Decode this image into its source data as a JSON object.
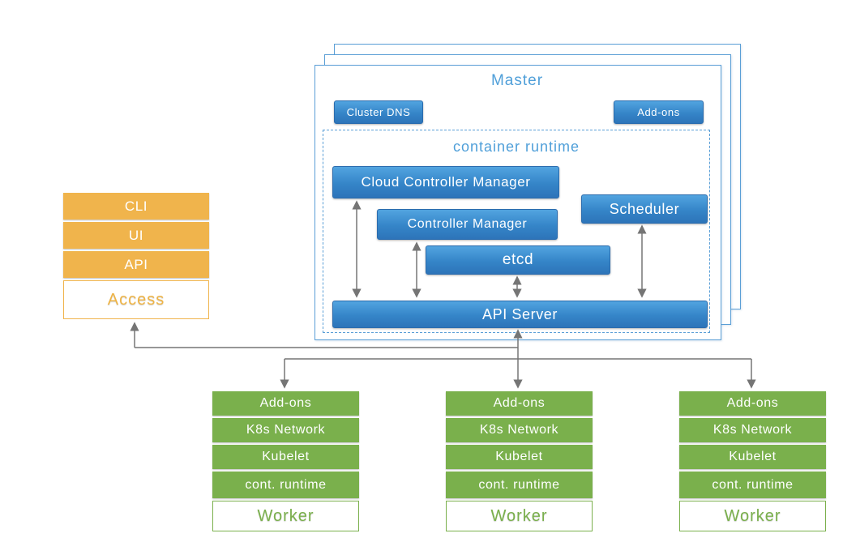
{
  "master": {
    "title": "Master",
    "cluster_dns_label": "Cluster DNS",
    "addons_label": "Add-ons",
    "container_runtime_title": "container runtime",
    "cloud_controller_manager_label": "Cloud Controller Manager",
    "controller_manager_label": "Controller Manager",
    "etcd_label": "etcd",
    "scheduler_label": "Scheduler",
    "api_server_label": "API Server"
  },
  "access_stack": {
    "rows": [
      {
        "label": "CLI"
      },
      {
        "label": "UI"
      },
      {
        "label": "API"
      }
    ],
    "base_label": "Access"
  },
  "worker_stack": {
    "rows": [
      {
        "label": "Add-ons"
      },
      {
        "label": "K8s Network"
      },
      {
        "label": "Kubelet"
      },
      {
        "label": "cont. runtime"
      }
    ],
    "base_label": "Worker"
  },
  "colors": {
    "node_blue": "#3585c8",
    "outline_blue": "#5b9fd6",
    "title_blue": "#4f9fd9",
    "stack_orange": "#f0b44c",
    "stack_green": "#7ab04c",
    "arrow_gray": "#757575"
  }
}
